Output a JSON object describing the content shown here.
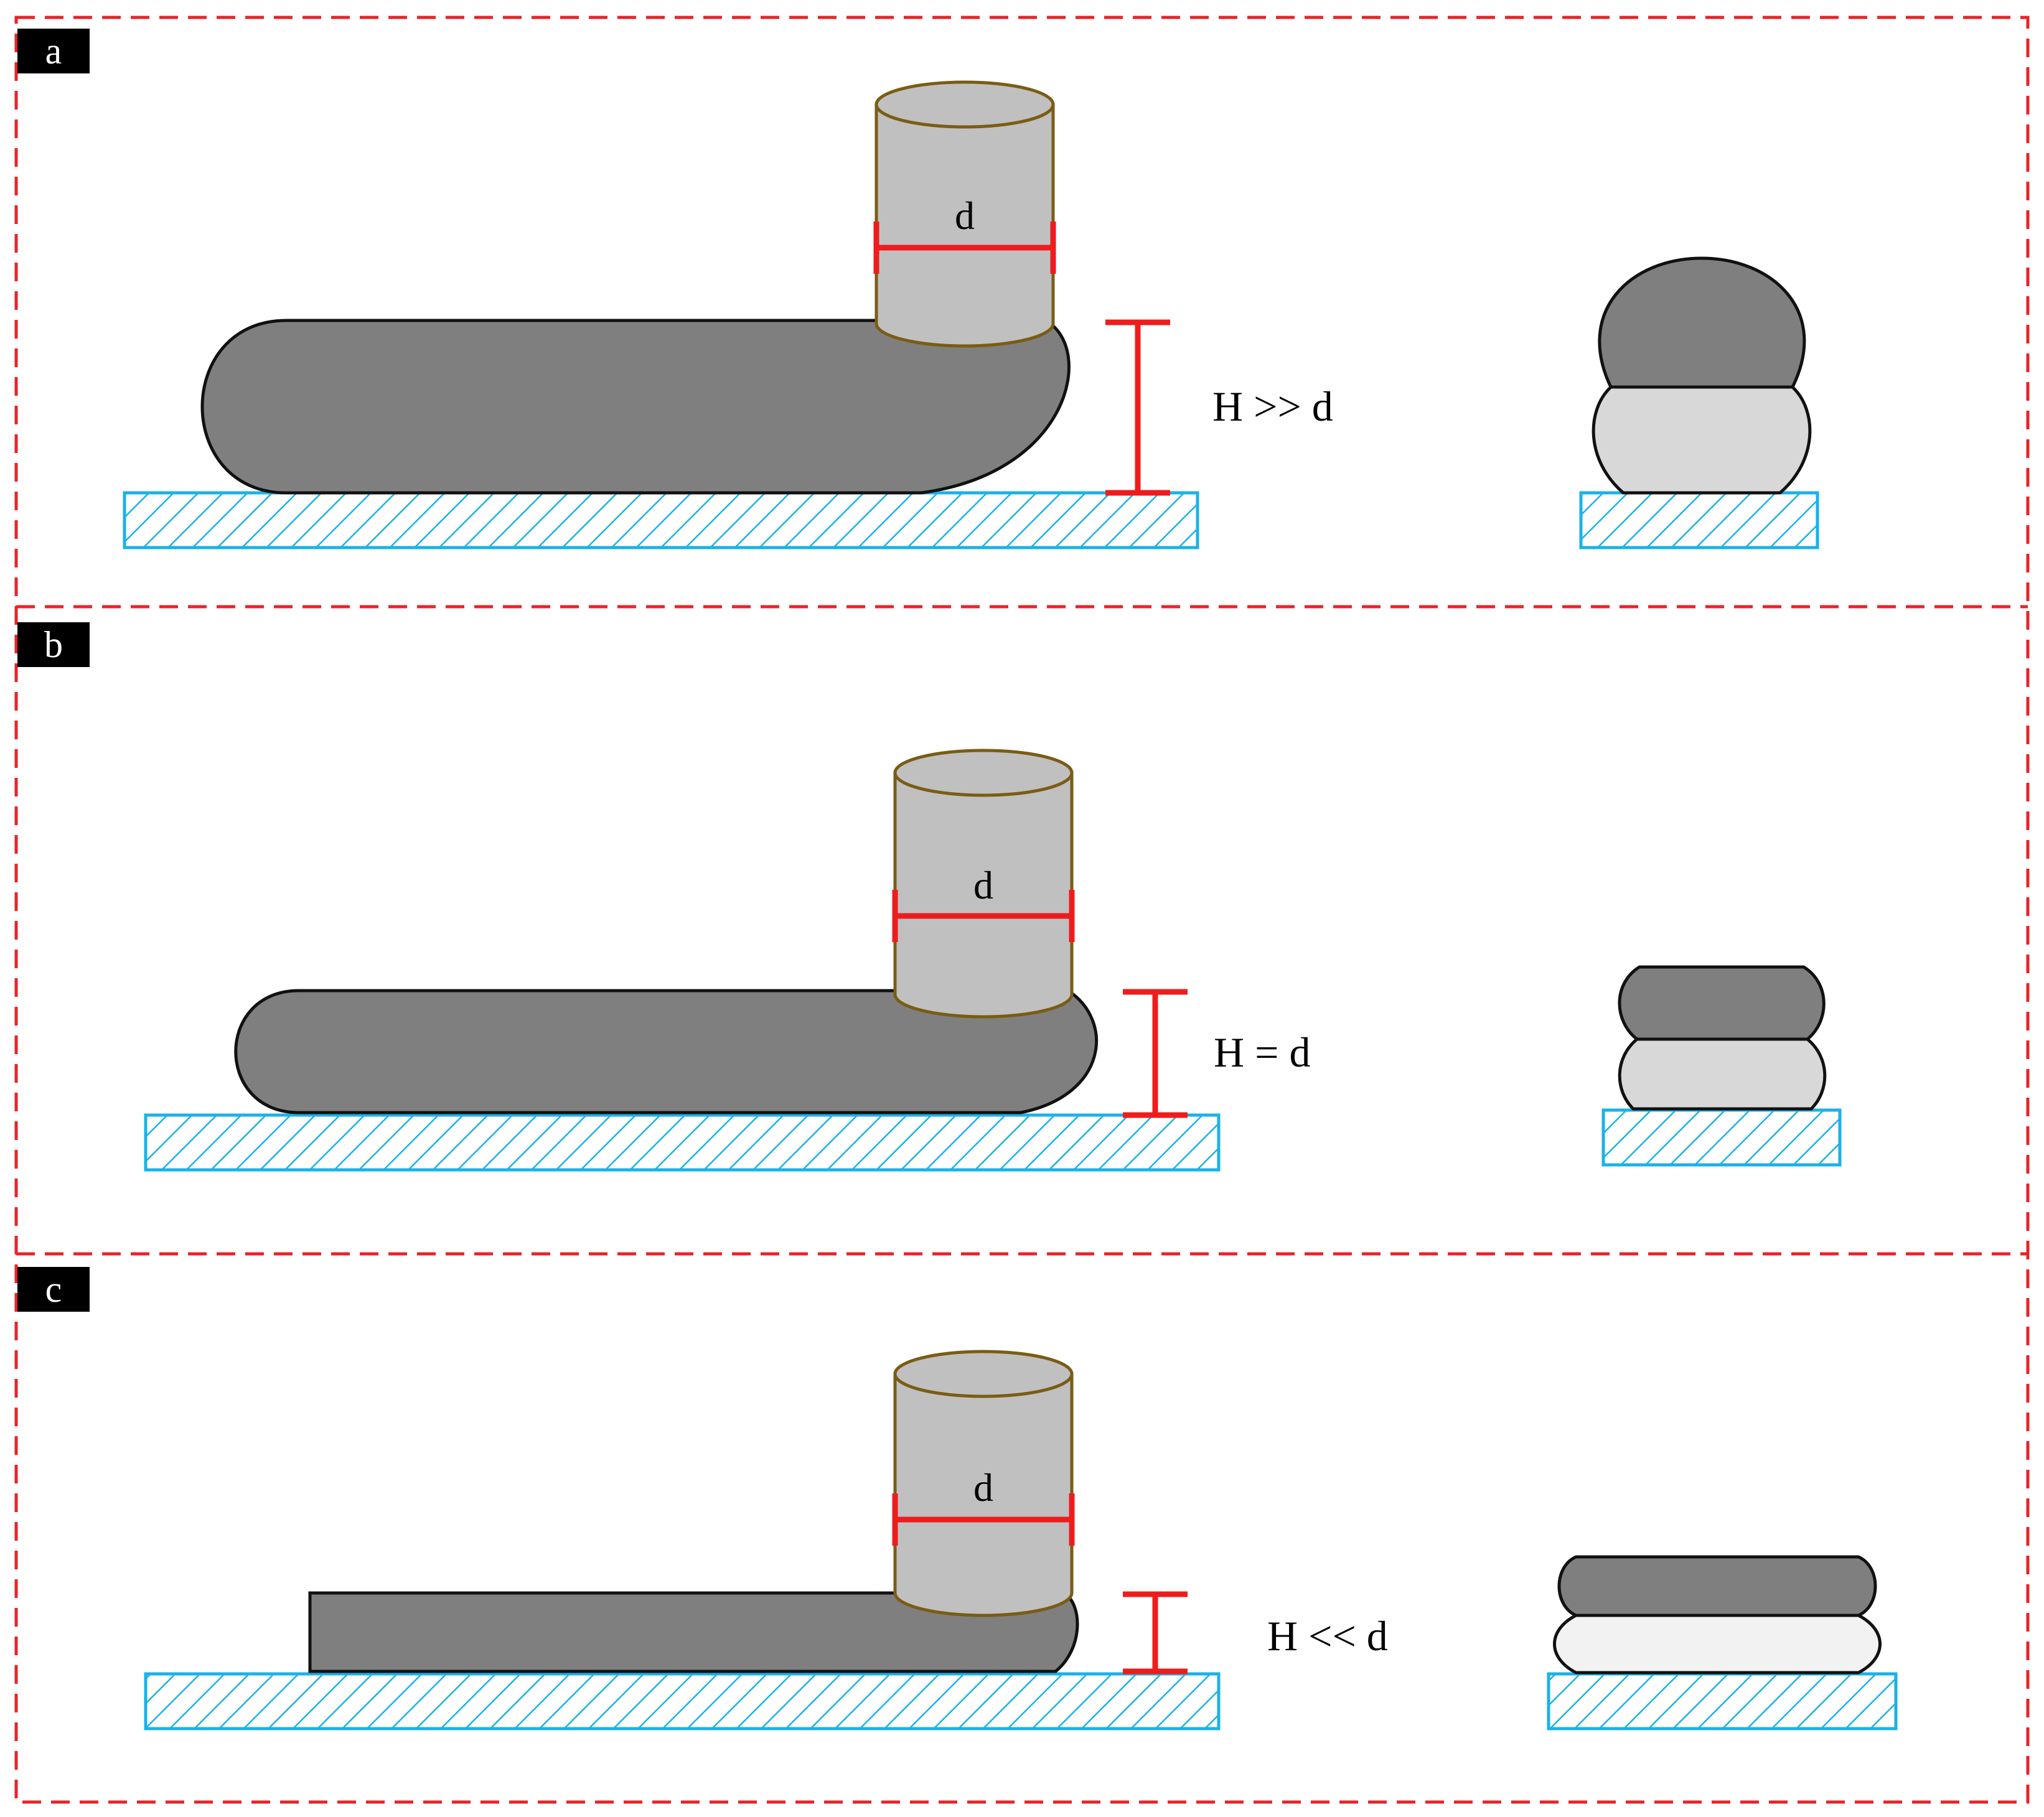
{
  "panels": [
    {
      "tag": "a",
      "relation": "H >> d",
      "diameter_label": "d"
    },
    {
      "tag": "b",
      "relation": "H = d",
      "diameter_label": "d"
    },
    {
      "tag": "c",
      "relation": "H << d",
      "diameter_label": "d"
    }
  ],
  "colors": {
    "frame_dash": "#e8232a",
    "dimension": "#ee1c1c",
    "substrate": "#1ab2e8",
    "bead_dark": "#7f7f7f",
    "bead_light_a": "#d8d8d8",
    "bead_light_b": "#d8d8d8",
    "bead_light_c": "#f2f2f2",
    "nozzle_fill": "#c0c0c0",
    "nozzle_stroke": "#7a5c14"
  }
}
